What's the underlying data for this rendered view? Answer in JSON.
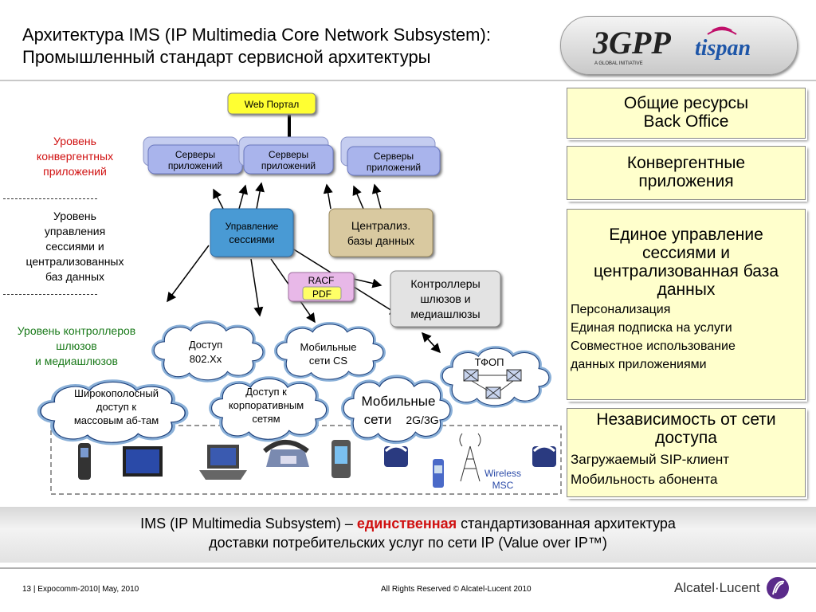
{
  "header": {
    "title_line1": "Архитектура IMS (IP Multimedia Core Network Subsystem):",
    "title_line2": "Промышленный стандарт сервисной архитектуры",
    "logo_3gpp": "3GPP",
    "logo_3gpp_sub": "A GLOBAL INITIATIVE",
    "logo_tispan": "tispan"
  },
  "levels": {
    "apps": [
      "Уровень",
      "конвергентных",
      "приложений"
    ],
    "session": [
      "Уровень",
      "управления",
      "сессиями и",
      "централизованных",
      "баз данных"
    ],
    "gateway": [
      "Уровень контроллеров",
      "шлюзов",
      "и медиашлюзов"
    ]
  },
  "diagram": {
    "web_portal": "Web Портал",
    "app_server_1": [
      "Серверы",
      "приложений"
    ],
    "app_server_2": [
      "Серверы",
      "приложений"
    ],
    "app_server_3": [
      "Серверы",
      "приложений"
    ],
    "session_ctrl": [
      "Управление",
      "сессиями"
    ],
    "central_db": [
      "Централиз.",
      "базы данных"
    ],
    "racf": "RACF",
    "pdf": "PDF",
    "gw_ctrl": [
      "Контроллеры",
      "шлюзов и",
      "медиашлюзы"
    ],
    "cloud_access_8021x": [
      "Доступ",
      "802.Xx"
    ],
    "cloud_mobile_cs": [
      "Мобильные",
      "сети CS"
    ],
    "cloud_tfop": "ТФОП",
    "cloud_broadband": [
      "Широкополосный",
      "доступ к",
      "массовым аб-там"
    ],
    "cloud_corporate": [
      "Доступ к",
      "корпоративным",
      "сетям"
    ],
    "cloud_mobile_23g_1": "Мобильные",
    "cloud_mobile_23g_2a": "сети",
    "cloud_mobile_23g_2b": "2G/3G",
    "wireless_msc": [
      "Wireless",
      "MSC"
    ]
  },
  "panel": {
    "box1": [
      "Общие ресурсы",
      "Back Office"
    ],
    "box2": [
      "Конвергентные",
      "приложения"
    ],
    "box3_head": [
      "Единое управление",
      "сессиями и",
      "централизованная база",
      "данных"
    ],
    "box3_items": [
      "Персонализация",
      "Единая подписка на услуги",
      "Совместное использование",
      "данных приложениями"
    ],
    "box4_head": [
      "Независимость от сети",
      "доступа"
    ],
    "box4_items": [
      "Загружаемый SIP-клиент",
      "Мобильность абонента"
    ]
  },
  "bottom": {
    "line1_pre": "IMS (IP Multimedia Subsystem) – ",
    "line1_highlight": "единственная",
    "line1_post": " стандартизованная архитектура",
    "line2": "доставки потребительских услуг по сети IP (Value over IP™)"
  },
  "footer": {
    "left": "13 | Expocomm-2010| May, 2010",
    "center": "All Rights Reserved © Alcatel-Lucent 2010",
    "brand": "Alcatel·Lucent"
  },
  "colors": {
    "level_apps": "#d01010",
    "level_gateway": "#1a7a1a",
    "highlight": "#d01010",
    "panel_bg": "#ffffcc",
    "session_blue": "#4a9ad4",
    "db_tan": "#d9c9a0",
    "racf_pink": "#e8b8e8",
    "pdf_yellow": "#ffff66",
    "portal_yellow": "#ffff33"
  }
}
